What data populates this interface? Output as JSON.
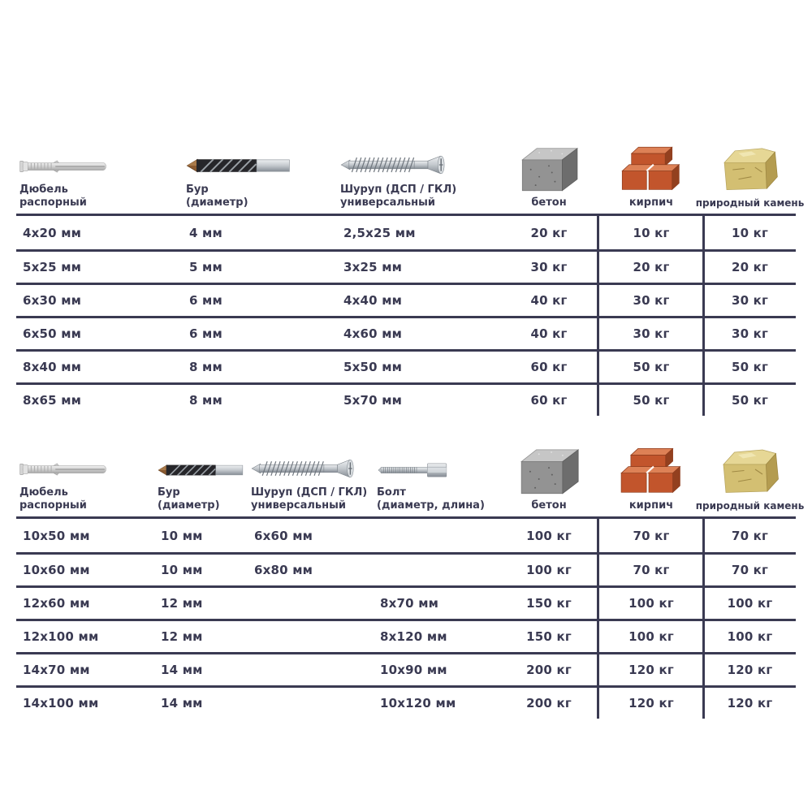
{
  "colors": {
    "text": "#3a3a52",
    "lines": "#3a3a52"
  },
  "chart_data": [
    {
      "type": "table",
      "headers": [
        {
          "icon": "dowel-icon",
          "label": "Дюбель\nраспорный"
        },
        {
          "icon": "drill-bit-icon",
          "label": "Бур\n(диаметр)"
        },
        {
          "icon": "screw-icon",
          "label": "Шуруп (ДСП / ГКЛ)\nуниверсальный"
        },
        {
          "icon": "concrete-block-icon",
          "label": "бетон"
        },
        {
          "icon": "brick-icon",
          "label": "кирпич"
        },
        {
          "icon": "natural-stone-icon",
          "label": "природный камень"
        }
      ],
      "rows": [
        [
          "4x20 мм",
          "4 мм",
          "2,5x25 мм",
          "20 кг",
          "10 кг",
          "10 кг"
        ],
        [
          "5x25 мм",
          "5 мм",
          "3x25 мм",
          "30 кг",
          "20 кг",
          "20 кг"
        ],
        [
          "6x30 мм",
          "6 мм",
          "4x40 мм",
          "40 кг",
          "30 кг",
          "30 кг"
        ],
        [
          "6x50 мм",
          "6 мм",
          "4x60 мм",
          "40 кг",
          "30 кг",
          "30 кг"
        ],
        [
          "8x40 мм",
          "8 мм",
          "5x50 мм",
          "60 кг",
          "50 кг",
          "50 кг"
        ],
        [
          "8x65 мм",
          "8 мм",
          "5x70 мм",
          "60 кг",
          "50 кг",
          "50 кг"
        ]
      ]
    },
    {
      "type": "table",
      "headers": [
        {
          "icon": "dowel-icon",
          "label": "Дюбель\nраспорный"
        },
        {
          "icon": "drill-bit-icon",
          "label": "Бур\n(диаметр)"
        },
        {
          "icon": "screw-icon",
          "label": "Шуруп (ДСП / ГКЛ)\nуниверсальный"
        },
        {
          "icon": "bolt-icon",
          "label": "Болт\n(диаметр, длина)"
        },
        {
          "icon": "concrete-block-icon",
          "label": "бетон"
        },
        {
          "icon": "brick-icon",
          "label": "кирпич"
        },
        {
          "icon": "natural-stone-icon",
          "label": "природный камень"
        }
      ],
      "rows": [
        [
          "10x50 мм",
          "10 мм",
          "6x60 мм",
          "",
          "100 кг",
          "70 кг",
          "70 кг"
        ],
        [
          "10x60 мм",
          "10 мм",
          "6x80 мм",
          "",
          "100 кг",
          "70 кг",
          "70 кг"
        ],
        [
          "12x60 мм",
          "12 мм",
          "",
          "8x70 мм",
          "150 кг",
          "100 кг",
          "100 кг"
        ],
        [
          "12x100 мм",
          "12 мм",
          "",
          "8x120 мм",
          "150 кг",
          "100 кг",
          "100 кг"
        ],
        [
          "14x70 мм",
          "14 мм",
          "",
          "10x90 мм",
          "200 кг",
          "120 кг",
          "120 кг"
        ],
        [
          "14x100 мм",
          "14 мм",
          "",
          "10x120 мм",
          "200 кг",
          "120 кг",
          "120 кг"
        ]
      ]
    }
  ]
}
